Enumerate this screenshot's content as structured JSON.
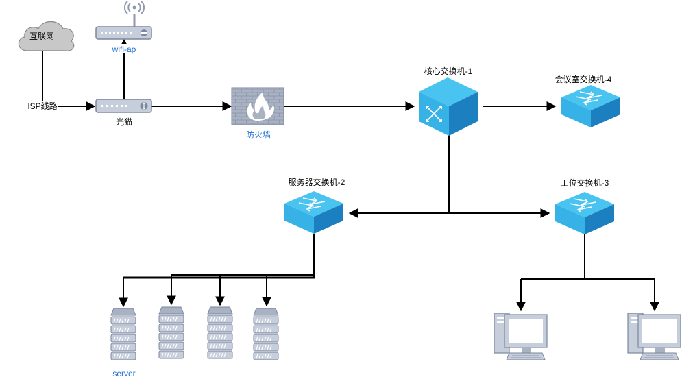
{
  "nodes": {
    "internet": {
      "label": "互联网",
      "icon": "cloud-icon"
    },
    "wifi_ap": {
      "label": "wifi-ap",
      "icon": "wireless-router-icon"
    },
    "modem": {
      "label": "光猫",
      "icon": "modem-icon"
    },
    "firewall": {
      "label": "防火墙",
      "icon": "firewall-icon"
    },
    "core_switch": {
      "label": "核心交换机-1",
      "icon": "core-switch-icon"
    },
    "meeting_switch": {
      "label": "会议室交换机-4",
      "icon": "switch-icon"
    },
    "server_switch": {
      "label": "服务器交换机-2",
      "icon": "switch-icon"
    },
    "workstation_switch": {
      "label": "工位交换机-3",
      "icon": "switch-icon"
    },
    "servers": {
      "label": "server",
      "count": 4,
      "icon": "server-rack-icon"
    },
    "workstations": {
      "count": 2,
      "icon": "desktop-computer-icon"
    }
  },
  "edges": {
    "isp_line": {
      "label": "ISP线路"
    }
  },
  "colors": {
    "switch_top": "#49c4f0",
    "switch_side": "#1c7fc0",
    "label_blue": "#1a6fd1",
    "cloud": "#c8c8c8",
    "device_gray": "#c7cedb"
  }
}
